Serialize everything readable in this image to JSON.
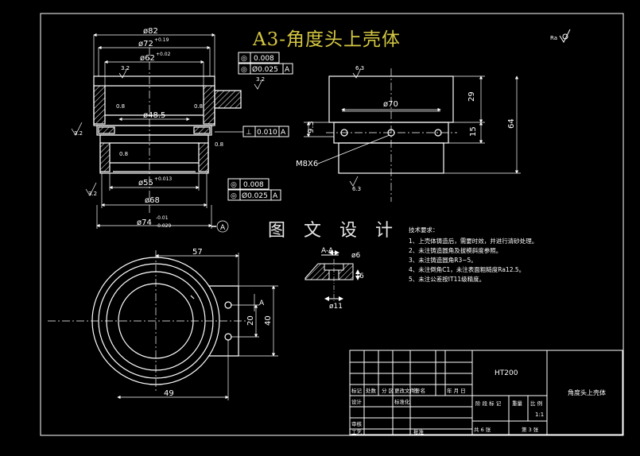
{
  "title": "A3-角度头上壳体",
  "watermark": "图 文 设 计",
  "roughness_symbol": "Ra",
  "colors": {
    "background": "#000000",
    "lines": "#ffffff",
    "title": "#d4c642",
    "dimensions": "#ffffff"
  },
  "front_view": {
    "dims": {
      "d82": "ø82",
      "d72": "ø72",
      "d72_tol": "+0.19",
      "d62": "ø62",
      "d62_tol": "+0.02",
      "d485": "ø48.5",
      "d55": "ø55",
      "d55_tol": "+0.013",
      "d68": "ø68",
      "d74": "ø74",
      "d74_tol_up": "-0.01",
      "d74_tol_lo": "-0.029",
      "r32a": "3.2",
      "r32b": "3.2",
      "r32c": "3.2",
      "r08a": "0.8",
      "r08b": "0.8",
      "r08c": "0.8",
      "r08d": "0.8",
      "r32d": "3.2"
    },
    "gdt": [
      {
        "sym": "◎",
        "val": "0.008",
        "ref": ""
      },
      {
        "sym": "◎",
        "val": "Ø0.025",
        "ref": "A"
      },
      {
        "sym": "⊥",
        "val": "0.010",
        "ref": "A"
      },
      {
        "sym": "◎",
        "val": "0.008",
        "ref": ""
      },
      {
        "sym": "◎",
        "val": "Ø0.025",
        "ref": "A"
      }
    ],
    "datum": "A"
  },
  "side_view": {
    "dims": {
      "d70": "ø70",
      "h29": "29",
      "h64": "64",
      "h15": "15",
      "h93": "9.3",
      "thread": "M8X6",
      "r63a": "6.3",
      "r63b": "6.3"
    }
  },
  "section_aa": {
    "label": "A-A",
    "d6": "ø6",
    "d11": "ø11",
    "h6": "6"
  },
  "top_view": {
    "d57": "57",
    "d49": "49",
    "d40": "40",
    "d20": "20",
    "label_a": "A"
  },
  "tech_notes": {
    "heading": "技术要求：",
    "items": [
      "1、上壳体铸造后，需要时效，并进行清砂处理。",
      "2、未注铸造圆角及拔模斜度参照。",
      "3、未注铸造圆角R3~5。",
      "4、未注倒角C1，未注表面粗糙度Ra12.5。",
      "5、未注公差按IT11级精度。"
    ]
  },
  "title_block": {
    "material": "HT200",
    "part_name": "角度头上壳体",
    "scale": "1:1",
    "sheet_total": "共 6 张",
    "sheet_no": "第 3 张",
    "row_labels": [
      "标记",
      "设计",
      "审核",
      "工艺"
    ],
    "col_labels": [
      "处数",
      "分 区",
      "更改文件号",
      "签 名",
      "年 月 日"
    ],
    "stage_label": "阶 段 标 记",
    "weight_label": "重量",
    "scale_label": "比 例",
    "std_label": "标准化",
    "approve_label": "批准"
  }
}
